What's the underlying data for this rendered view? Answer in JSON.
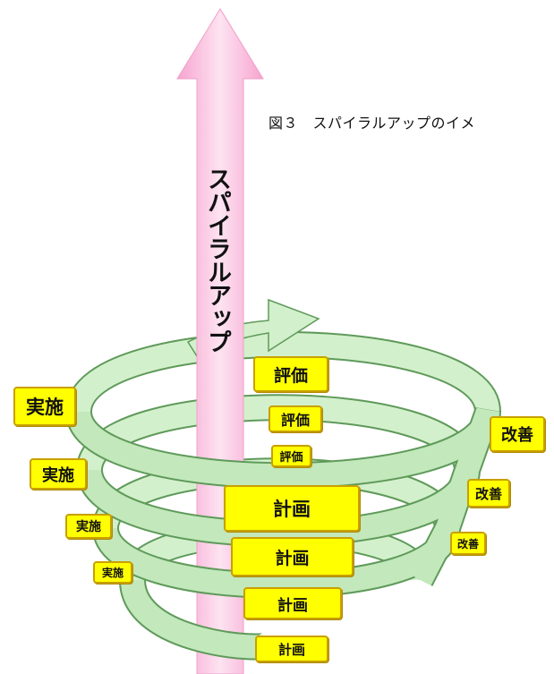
{
  "caption": "図３　スパイラルアップのイメ",
  "arrow_label": "スパイラルアップ",
  "labels": {
    "evaluate": [
      "評価",
      "評価",
      "評価"
    ],
    "improve": [
      "改善",
      "改善",
      "改善"
    ],
    "implement": [
      "実施",
      "実施",
      "実施",
      "実施"
    ],
    "plan": [
      "計画",
      "計画",
      "計画",
      "計画"
    ]
  },
  "colors": {
    "arrow_pink": "#f9a8d4",
    "spiral_fill": "#c8ecc0",
    "spiral_stroke": "#5f9a5a",
    "label_fill": "#ffff00"
  }
}
